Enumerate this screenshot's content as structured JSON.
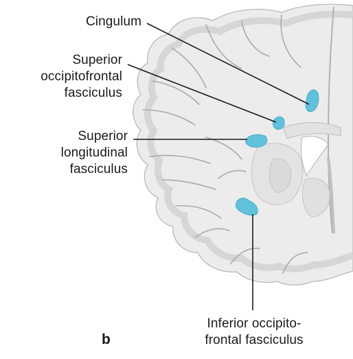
{
  "figure": {
    "panel_letter": "b",
    "highlight_color": "#5fc1da",
    "labels": {
      "cingulum": [
        "Cingulum"
      ],
      "superior_occipitofrontal": [
        "Superior",
        "occipitofrontal",
        "fasciculus"
      ],
      "superior_longitudinal": [
        "Superior",
        "longitudinal",
        "fasciculus"
      ],
      "inferior_occipitofrontal": [
        "Inferior occipito-",
        "frontal fasciculus"
      ]
    }
  }
}
